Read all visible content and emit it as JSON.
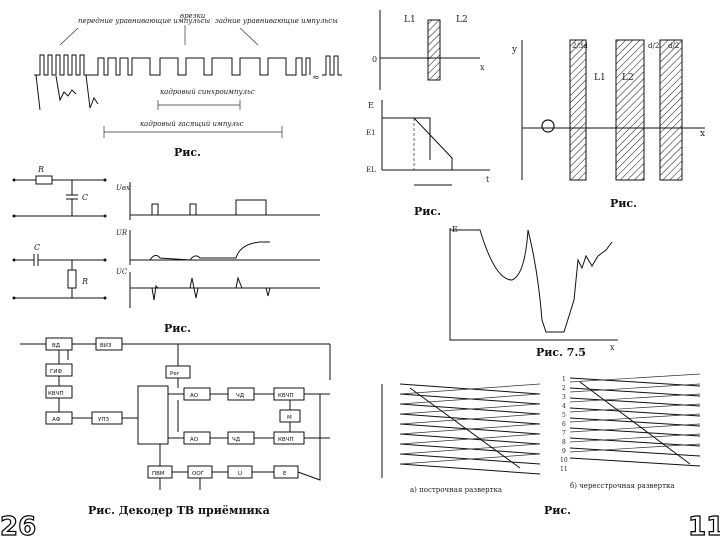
{
  "page_numbers": {
    "left": "26",
    "right": "11"
  },
  "fig_sync": {
    "labels": {
      "front_equalizing": "передние уравнивающие импульсы",
      "serrations": "врезки",
      "back_equalizing": "задние уравнивающие импульсы",
      "frame_sync": "кадровый синхроимпульс",
      "frame_blanking": "кадровый гасящий импульс"
    },
    "caption": "Рис."
  },
  "fig_rc": {
    "labels": {
      "R1": "R",
      "C1": "C",
      "C2": "C",
      "R2": "R",
      "u_in": "Uвх",
      "u_r": "UR",
      "u_c": "UC"
    },
    "caption": "Рис."
  },
  "fig_decoder": {
    "blocks": [
      "ВД",
      "ВИЗ",
      "ГИФ",
      "КВЧП",
      "АФ",
      "УПЗ",
      "Рег",
      "АО",
      "АО",
      "ЧД",
      "ЧД",
      "КВЧП",
      "М",
      "КВЧП",
      "ПВМ",
      "ООГ",
      "U",
      "E"
    ],
    "caption": "Рис. Декодер ТВ приёмника"
  },
  "fig_layers": {
    "labels": {
      "L1": "L1",
      "L2": "L2",
      "origin": "0",
      "x": "x",
      "E": "E",
      "E1": "E1",
      "EL": "EL",
      "t": "t"
    },
    "caption": "Рис."
  },
  "fig_slits": {
    "labels": {
      "y": "y",
      "x": "x",
      "d23": "2/3d",
      "d2a": "d/2",
      "d2b": "d/2",
      "L1": "L1",
      "L2": "L2"
    },
    "caption": "Рис."
  },
  "fig_75": {
    "labels": {
      "E": "E",
      "x": "x"
    },
    "caption": "Рис. 7.5"
  },
  "fig_scan": {
    "labels": {
      "progressive": "а) построчная развертка",
      "interlaced": "б) чересстрочная развертка",
      "line_numbers": [
        "1",
        "2",
        "3",
        "4",
        "5",
        "6",
        "7",
        "8",
        "9",
        "10",
        "11"
      ]
    },
    "caption": "Рис."
  }
}
